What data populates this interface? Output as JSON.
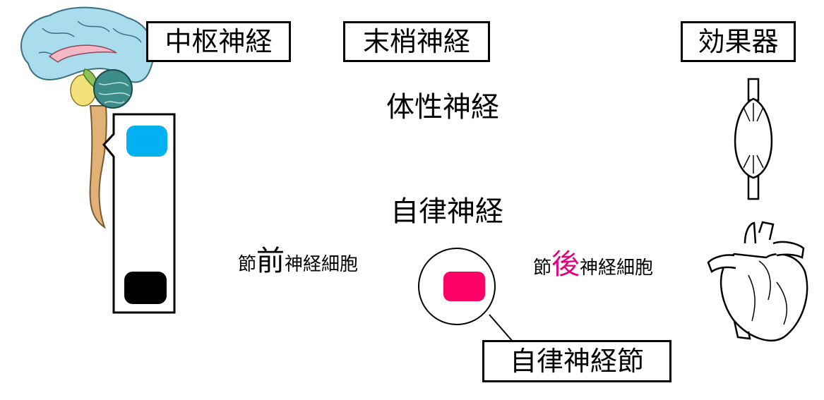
{
  "headers": {
    "cns": "中枢神経",
    "pns": "末梢神経",
    "effector": "効果器"
  },
  "labels": {
    "somatic": "体性神経",
    "autonomic": "自律神経",
    "ganglion": "自律神経節"
  },
  "pre_neuron": {
    "prefix": "節",
    "emphasis": "前",
    "suffix": "神経細胞"
  },
  "post_neuron": {
    "prefix": "節",
    "emphasis": "後",
    "suffix": "神経細胞"
  },
  "colors": {
    "somatic_marker": "#00b0f0",
    "autonomic_marker": "#000000",
    "ganglion_marker": "#ff0066",
    "post_emphasis": "#e6007e",
    "brain_cerebrum": "#a9dcec",
    "brain_corpus": "#f4b8c6",
    "brain_thalamus": "#f2e07a",
    "brain_cerebellum": "#3c8c8a",
    "spinal_cord": "#e2b176"
  },
  "icons": [
    "brain-illustration",
    "skeletal-muscle-icon",
    "heart-icon"
  ]
}
